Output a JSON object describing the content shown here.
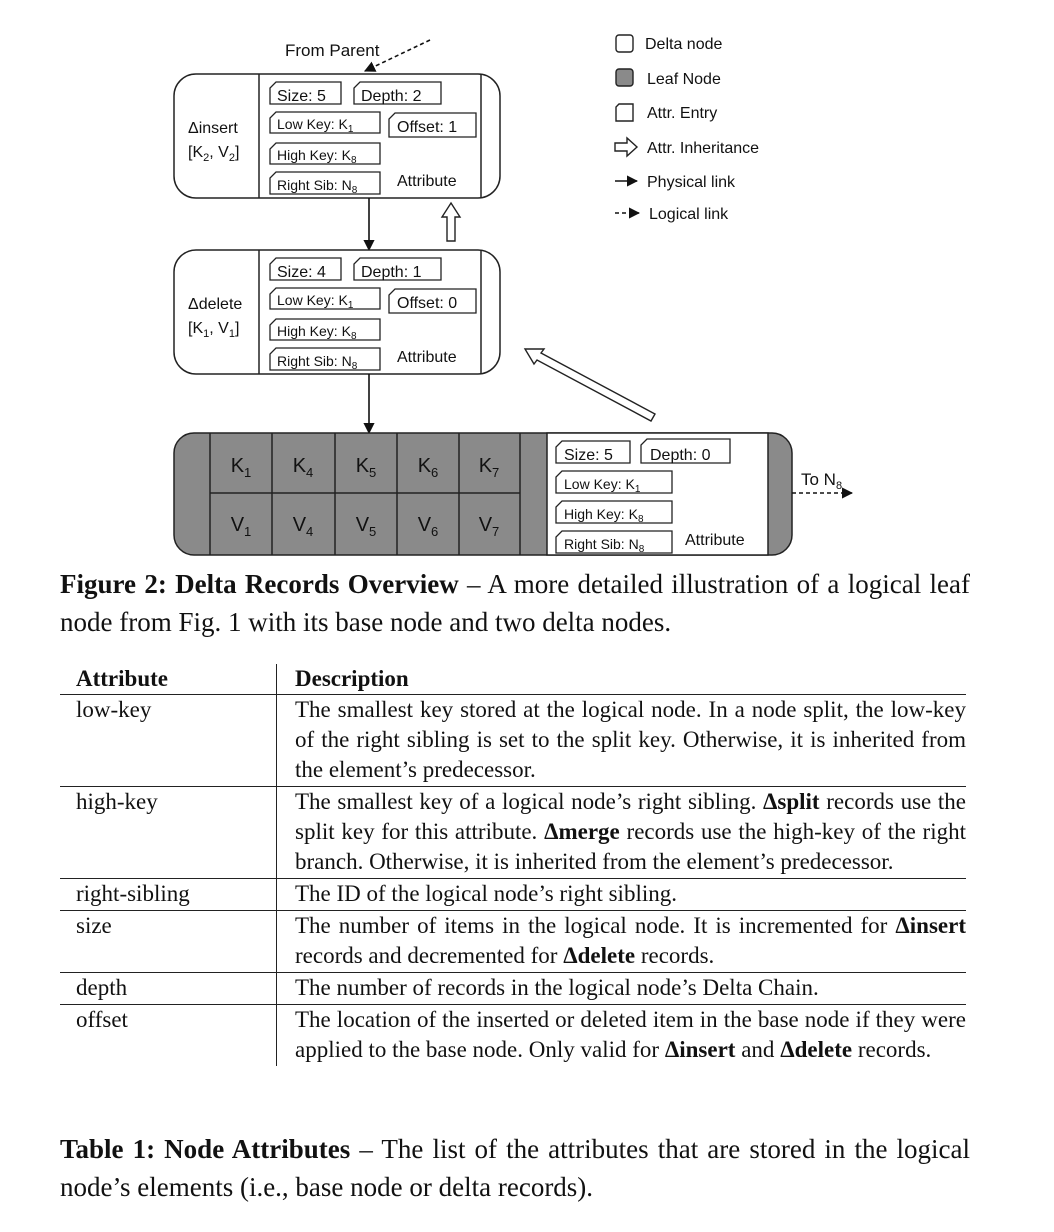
{
  "figure": {
    "from_parent": "From Parent",
    "to_n8": {
      "text": "To N",
      "sub": "8"
    },
    "legend": [
      {
        "icon": "delta-node",
        "label": "Delta node"
      },
      {
        "icon": "leaf-node",
        "label": "Leaf Node"
      },
      {
        "icon": "attr-entry",
        "label": "Attr. Entry"
      },
      {
        "icon": "attr-inheritance",
        "label": "Attr. Inheritance"
      },
      {
        "icon": "physical-link",
        "label": "Physical link"
      },
      {
        "icon": "logical-link",
        "label": "Logical link"
      }
    ],
    "insert_node": {
      "op": "Δinsert",
      "pair_open": "[K",
      "pair_k_sub": "2",
      "pair_mid": ", V",
      "pair_v_sub": "2",
      "pair_close": "]",
      "size": "Size: 5",
      "depth": "Depth: 2",
      "low_key": "Low Key: K",
      "low_key_sub": "1",
      "offset": "Offset: 1",
      "high_key": "High Key: K",
      "high_key_sub": "8",
      "right_sib": "Right Sib: N",
      "right_sib_sub": "8",
      "attribute": "Attribute"
    },
    "delete_node": {
      "op": "Δdelete",
      "pair_open": "[K",
      "pair_k_sub": "1",
      "pair_mid": ", V",
      "pair_v_sub": "1",
      "pair_close": "]",
      "size": "Size: 4",
      "depth": "Depth: 1",
      "low_key": "Low Key: K",
      "low_key_sub": "1",
      "offset": "Offset: 0",
      "high_key": "High Key: K",
      "high_key_sub": "8",
      "right_sib": "Right Sib: N",
      "right_sib_sub": "8",
      "attribute": "Attribute"
    },
    "base_node": {
      "keys": [
        {
          "t": "K",
          "s": "1"
        },
        {
          "t": "K",
          "s": "4"
        },
        {
          "t": "K",
          "s": "5"
        },
        {
          "t": "K",
          "s": "6"
        },
        {
          "t": "K",
          "s": "7"
        }
      ],
      "values": [
        {
          "t": "V",
          "s": "1"
        },
        {
          "t": "V",
          "s": "4"
        },
        {
          "t": "V",
          "s": "5"
        },
        {
          "t": "V",
          "s": "6"
        },
        {
          "t": "V",
          "s": "7"
        }
      ],
      "size": "Size: 5",
      "depth": "Depth: 0",
      "low_key": "Low Key: K",
      "low_key_sub": "1",
      "high_key": "High Key: K",
      "high_key_sub": "8",
      "right_sib": "Right Sib: N",
      "right_sib_sub": "8",
      "attribute": "Attribute"
    },
    "colors": {
      "leaf_fill": "#8a8a8a",
      "stroke": "#222222",
      "delta_fill": "#ffffff"
    }
  },
  "figure_caption": {
    "label": "Figure 2: Delta Records Overview",
    "text": " – A more detailed illustration of a logical leaf node from Fig. 1 with its base node and two delta nodes."
  },
  "table": {
    "headers": [
      "Attribute",
      "Description"
    ],
    "rows": [
      {
        "attr": "low-key",
        "desc": [
          {
            "t": "The smallest key stored at the logical node. In a node split, the low-key of the right sibling is set to the split key. Otherwise, it is inherited from the element’s predecessor."
          }
        ]
      },
      {
        "attr": "high-key",
        "desc": [
          {
            "t": "The smallest key of a logical node’s right sibling. "
          },
          {
            "t": "Δsplit",
            "b": true
          },
          {
            "t": " records use the split key for this attribute. "
          },
          {
            "t": "Δmerge",
            "b": true
          },
          {
            "t": " records use the high-key of the right branch. Otherwise, it is inherited from the element’s predecessor."
          }
        ]
      },
      {
        "attr": "right-sibling",
        "desc": [
          {
            "t": "The ID of the logical node’s right sibling."
          }
        ]
      },
      {
        "attr": "size",
        "desc": [
          {
            "t": "The number of items in the logical node. It is incremented for "
          },
          {
            "t": "Δinsert",
            "b": true
          },
          {
            "t": " records and decremented for "
          },
          {
            "t": "Δdelete",
            "b": true
          },
          {
            "t": " records."
          }
        ]
      },
      {
        "attr": "depth",
        "desc": [
          {
            "t": "The number of records in the logical node’s Delta Chain."
          }
        ]
      },
      {
        "attr": "offset",
        "desc": [
          {
            "t": "The location of the inserted or deleted item in the base node if they were applied to the base node. Only valid for "
          },
          {
            "t": "Δinsert",
            "b": true
          },
          {
            "t": " and "
          },
          {
            "t": "Δdelete",
            "b": true
          },
          {
            "t": " records."
          }
        ]
      }
    ]
  },
  "table_caption": {
    "label": "Table 1: Node Attributes",
    "text": " – The list of the attributes that are stored in the logical node’s elements (i.e., base node or delta records)."
  }
}
